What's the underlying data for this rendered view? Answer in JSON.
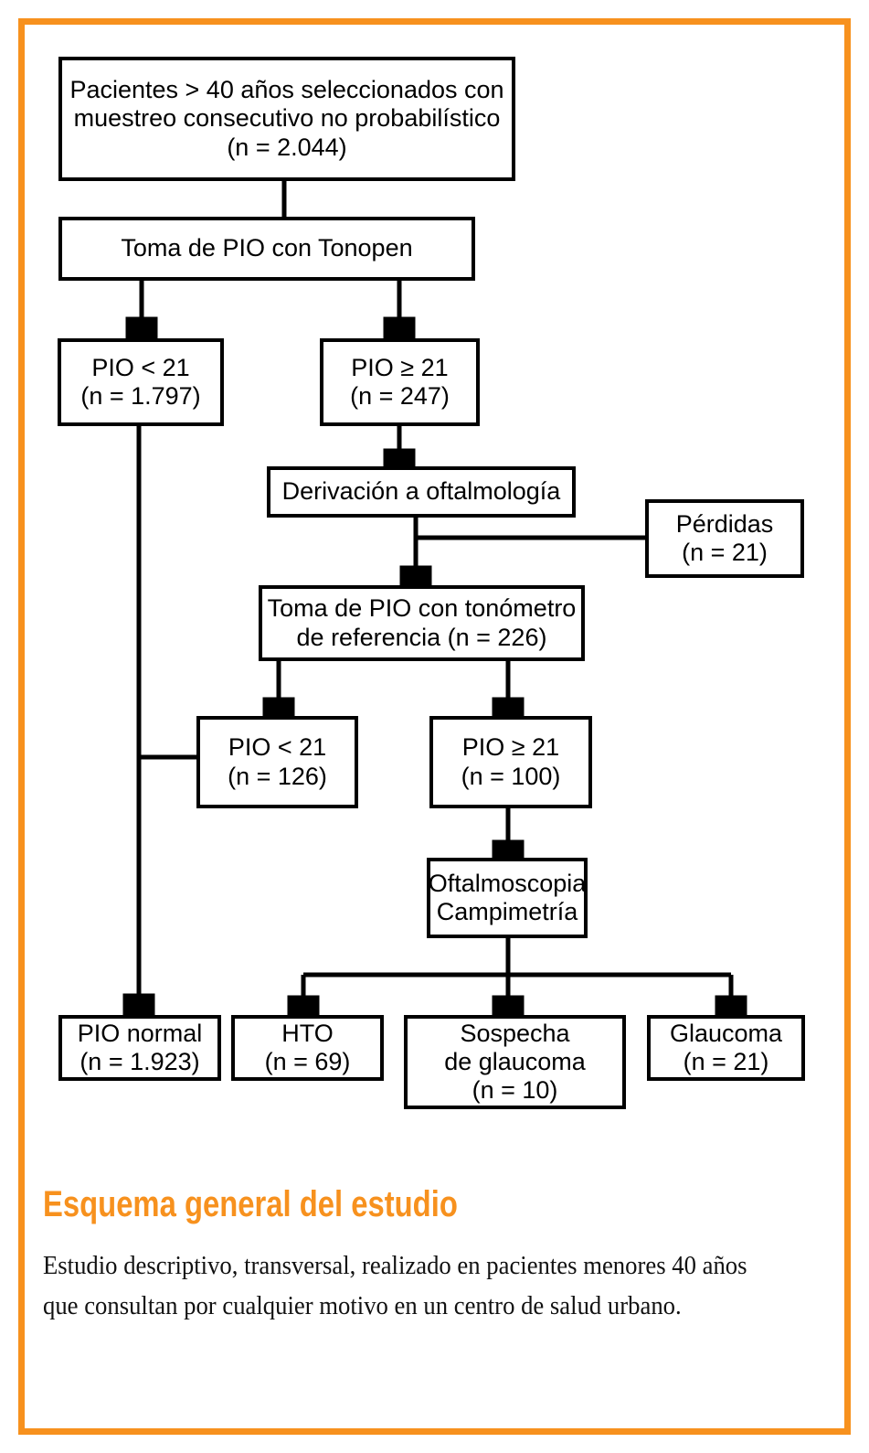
{
  "figure": {
    "border_color": "#F7911E",
    "title": "Esquema general del estudio",
    "description": "Estudio descriptivo, transversal, realizado en pacientes menores 40 años que consultan por cualquier motivo en un centro de salud urbano."
  },
  "chart_data": {
    "type": "diagram",
    "title": "Esquema general del estudio",
    "diagram_kind": "flowchart",
    "nodes": [
      {
        "id": "seleccion",
        "label": "Pacientes > 40 años seleccionados con\nmuestreo consecutivo no probabilístico\n(n = 2.044)",
        "n": 2044
      },
      {
        "id": "tonopen",
        "label": "Toma de PIO con Tonopen",
        "n": null
      },
      {
        "id": "pio_lt21_a",
        "label": "PIO < 21\n(n = 1.797)",
        "n": 1797
      },
      {
        "id": "pio_ge21_a",
        "label": "PIO ≥ 21\n(n = 247)",
        "n": 247
      },
      {
        "id": "derivacion",
        "label": "Derivación a oftalmología",
        "n": null
      },
      {
        "id": "perdidas",
        "label": "Pérdidas\n(n = 21)",
        "n": 21
      },
      {
        "id": "tonometro",
        "label": "Toma de PIO con tonómetro\nde referencia (n = 226)",
        "n": 226
      },
      {
        "id": "pio_lt21_b",
        "label": "PIO < 21\n(n = 126)",
        "n": 126
      },
      {
        "id": "pio_ge21_b",
        "label": "PIO ≥ 21\n(n = 100)",
        "n": 100
      },
      {
        "id": "oftalmoscopia",
        "label": "Oftalmoscopia\nCampimetría",
        "n": null
      },
      {
        "id": "pio_normal",
        "label": "PIO normal\n(n = 1.923)",
        "n": 1923
      },
      {
        "id": "hto",
        "label": "HTO\n(n = 69)",
        "n": 69
      },
      {
        "id": "sospecha",
        "label": "Sospecha\nde glaucoma\n(n = 10)",
        "n": 10
      },
      {
        "id": "glaucoma",
        "label": "Glaucoma\n(n = 21)",
        "n": 21
      }
    ],
    "edges": [
      {
        "from": "seleccion",
        "to": "tonopen"
      },
      {
        "from": "tonopen",
        "to": "pio_lt21_a"
      },
      {
        "from": "tonopen",
        "to": "pio_ge21_a"
      },
      {
        "from": "pio_ge21_a",
        "to": "derivacion"
      },
      {
        "from": "derivacion",
        "to": "tonometro"
      },
      {
        "from": "perdidas",
        "to": "tonometro"
      },
      {
        "from": "tonometro",
        "to": "pio_lt21_b"
      },
      {
        "from": "tonometro",
        "to": "pio_ge21_b"
      },
      {
        "from": "pio_lt21_a",
        "to": "pio_lt21_b"
      },
      {
        "from": "pio_lt21_a",
        "to": "pio_normal"
      },
      {
        "from": "pio_ge21_b",
        "to": "oftalmoscopia"
      },
      {
        "from": "oftalmoscopia",
        "to": "hto"
      },
      {
        "from": "oftalmoscopia",
        "to": "sospecha"
      },
      {
        "from": "oftalmoscopia",
        "to": "glaucoma"
      }
    ]
  }
}
